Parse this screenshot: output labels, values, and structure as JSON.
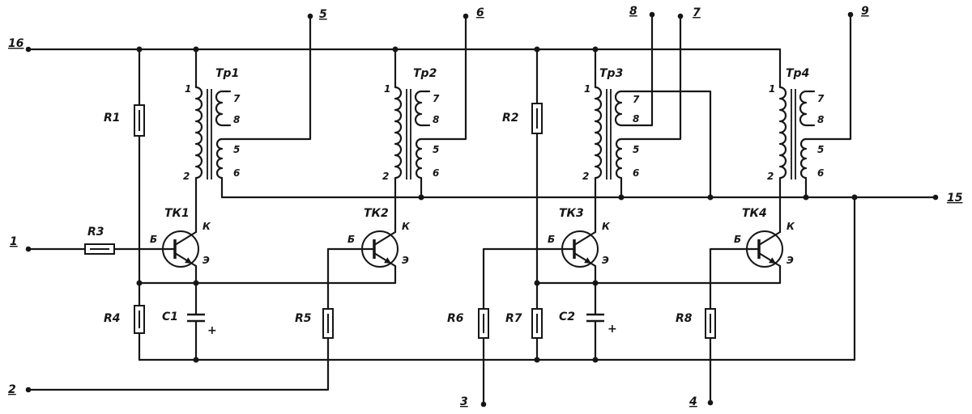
{
  "terminals": {
    "t16": "16",
    "t1": "1",
    "t2": "2",
    "t3": "3",
    "t4": "4",
    "t5": "5",
    "t6": "6",
    "t7": "7",
    "t8": "8",
    "t9": "9",
    "t15": "15"
  },
  "transformers": [
    {
      "name": "Тр1",
      "pins": {
        "p1": "1",
        "p2": "2",
        "s7": "7",
        "s8": "8",
        "s5": "5",
        "s6": "6"
      }
    },
    {
      "name": "Тр2",
      "pins": {
        "p1": "1",
        "p2": "2",
        "s7": "7",
        "s8": "8",
        "s5": "5",
        "s6": "6"
      }
    },
    {
      "name": "Тр3",
      "pins": {
        "p1": "1",
        "p2": "2",
        "s7": "7",
        "s8": "8",
        "s5": "5",
        "s6": "6"
      }
    },
    {
      "name": "Тр4",
      "pins": {
        "p1": "1",
        "p2": "2",
        "s7": "7",
        "s8": "8",
        "s5": "5",
        "s6": "6"
      }
    }
  ],
  "transistors": [
    {
      "name": "ТК1",
      "collector": "К",
      "base": "Б",
      "emitter": "Э"
    },
    {
      "name": "ТК2",
      "collector": "К",
      "base": "Б",
      "emitter": "Э"
    },
    {
      "name": "ТК3",
      "collector": "К",
      "base": "Б",
      "emitter": "Э"
    },
    {
      "name": "ТК4",
      "collector": "К",
      "base": "Б",
      "emitter": "Э"
    }
  ],
  "resistors": [
    "R1",
    "R2",
    "R3",
    "R4",
    "R5",
    "R6",
    "R7",
    "R8"
  ],
  "capacitors": [
    {
      "name": "C1",
      "polarity": "+"
    },
    {
      "name": "C2",
      "polarity": "+"
    }
  ]
}
